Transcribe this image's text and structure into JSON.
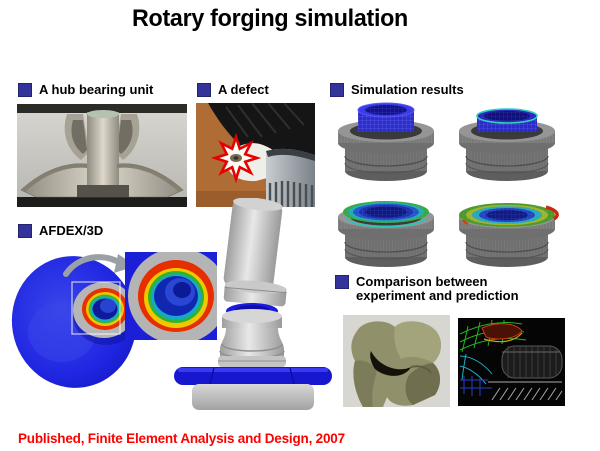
{
  "slide": {
    "title": "Rotary forging simulation",
    "footer": "Published, Finite Element Analysis and Design, 2007"
  },
  "labels": {
    "hub": "A hub bearing unit",
    "defect": "A defect",
    "simulation": "Simulation results",
    "afdex": "AFDEX/3D",
    "comparison_line1": "Comparison between",
    "comparison_line2": "experiment and prediction"
  },
  "figures": {
    "hub_photo": "photo of sectioned hub bearing unit",
    "defect_photo": "close-up photo of forging defect marked with red starburst",
    "simulation_stages": [
      "stage 1 tall blue billet",
      "stage 2 partially spread rim",
      "stage 3 flared green-teal rim",
      "stage 4 fully formed rainbow rim"
    ],
    "afdex_render": "blue disc workpiece with effective-strain contour and zoom inset",
    "center_render": "tilted rotary forging punch, blue workpiece ring, dies and blue base flange",
    "comparison_experiment": "photo of experimental folded defect",
    "comparison_prediction": "wireframe mesh prediction of folded defect"
  },
  "colors": {
    "bullet_accent": "#333399",
    "footer_text": "#ff0000",
    "title_text": "#000000",
    "workpiece_blue": "#1b1be0",
    "defect_mark_red": "#e60000"
  }
}
